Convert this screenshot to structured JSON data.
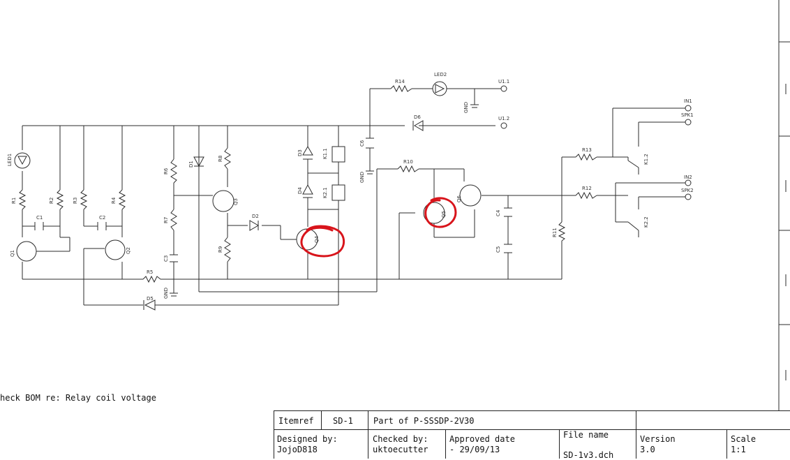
{
  "labels": {
    "LED1": "LED1",
    "R1": "R1",
    "C1": "C1",
    "Q1": "Q1",
    "R2": "R2",
    "R3": "R3",
    "C2": "C2",
    "R4": "R4",
    "Q2": "Q2",
    "R5": "R5",
    "D5": "D5",
    "R6": "R6",
    "R7": "R7",
    "C3": "C3",
    "GND1": "GND",
    "D1": "D1",
    "R8": "R8",
    "Q3": "Q3",
    "R9": "R9",
    "D2": "D2",
    "D3": "D3",
    "K11": "K1.1",
    "D4": "D4",
    "K21": "K2.1",
    "Q4": "Q4",
    "C6": "C6",
    "GND2": "GND",
    "R14": "R14",
    "LED2": "LED2",
    "GND3": "GND",
    "U11": "U1.1",
    "D6": "D6",
    "U12": "U1.2",
    "R10": "R10",
    "Q5": "Q5",
    "Q6": "Q6",
    "C4": "C4",
    "C5": "C5",
    "R11": "R11",
    "R13": "R13",
    "R12": "R12",
    "K12": "K1.2",
    "K22": "K2.2",
    "IN1": "IN1",
    "SPK1": "SPK1",
    "IN2": "IN2",
    "SPK2": "SPK2"
  },
  "note": "heck BOM re: Relay coil voltage",
  "title_block": {
    "itemref_label": "Itemref",
    "itemref": "SD-1",
    "part_of": "Part of P-SSSDP-2V30",
    "designed_by_label": "Designed by:",
    "designed_by": "JojoD818",
    "checked_by_label": "Checked by:",
    "checked_by": "uktoecutter",
    "approved_label": "Approved date",
    "approved_date": "- 29/09/13",
    "file_name_label": "File name",
    "file_name": "SD-1v3.dch",
    "version_label": "Version",
    "version": "3.0",
    "scale_label": "Scale",
    "scale": "1:1"
  }
}
